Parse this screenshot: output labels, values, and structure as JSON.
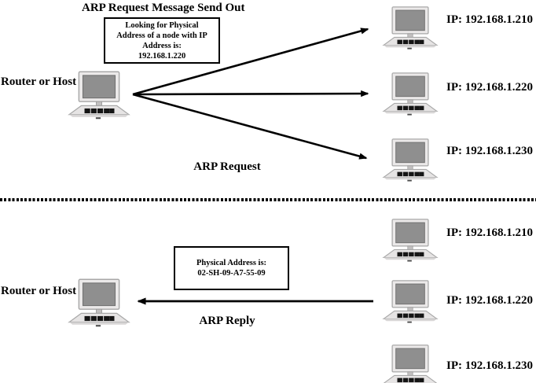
{
  "diagram": {
    "background": "#ffffff",
    "line_color": "#000000",
    "monitor_screen_color": "#8f8f8f",
    "monitor_frame_color": "#ebe9e9",
    "keyboard_color": "#e6e4e4",
    "key_color": "#151515"
  },
  "top": {
    "title": "ARP Request Message Send Out",
    "sender_label": "Router or Host",
    "arrow_label": "ARP Request",
    "message_box": [
      "Looking for Physical",
      "Address of a node with IP",
      "Address is:",
      "192.168.1.220"
    ],
    "targets": [
      "IP: 192.168.1.210",
      "IP: 192.168.1.220",
      "IP: 192.168.1.230"
    ]
  },
  "bottom": {
    "sender_label": "Router or Host",
    "arrow_label": "ARP Reply",
    "message_box": [
      "Physical Address is:",
      "02-SH-09-A7-55-09"
    ],
    "targets": [
      "IP: 192.168.1.210",
      "IP: 192.168.1.220",
      "IP: 192.168.1.230"
    ]
  }
}
